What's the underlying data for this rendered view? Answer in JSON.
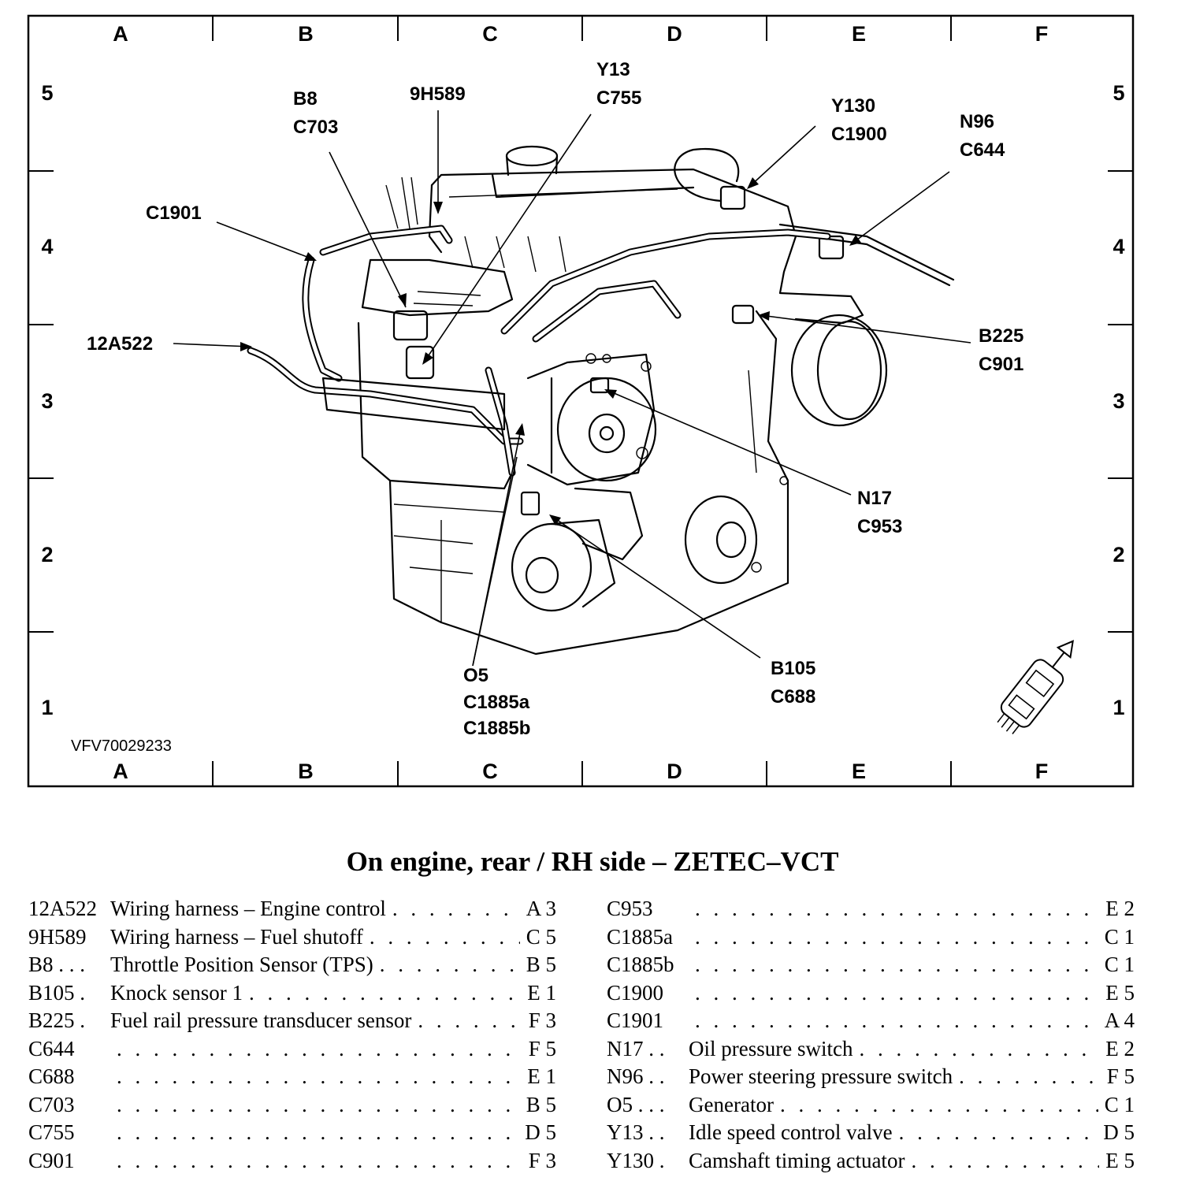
{
  "diagram": {
    "columns": [
      "A",
      "B",
      "C",
      "D",
      "E",
      "F"
    ],
    "rows": [
      "5",
      "4",
      "3",
      "2",
      "1"
    ],
    "reference": "VFV70029233",
    "callouts": {
      "b8": [
        "B8",
        "C703"
      ],
      "h589": [
        "9H589"
      ],
      "y13": [
        "Y13",
        "C755"
      ],
      "y130": [
        "Y130",
        "C1900"
      ],
      "n96": [
        "N96",
        "C644"
      ],
      "c1901": [
        "C1901"
      ],
      "a522": [
        "12A522"
      ],
      "b225": [
        "B225",
        "C901"
      ],
      "n17": [
        "N17",
        "C953"
      ],
      "b105": [
        "B105",
        "C688"
      ],
      "o5": [
        "O5",
        "C1885a",
        "C1885b"
      ]
    }
  },
  "legend": {
    "title": "On engine, rear / RH side – ZETEC–VCT",
    "left": [
      {
        "code": "12A522",
        "desc": "Wiring harness – Engine control",
        "loc": "A 3"
      },
      {
        "code": "9H589",
        "desc": "Wiring harness – Fuel shutoff",
        "loc": "C 5"
      },
      {
        "code": "B8 . . .",
        "desc": "Throttle Position Sensor (TPS)",
        "loc": "B 5"
      },
      {
        "code": "B105 .",
        "desc": "Knock sensor 1",
        "loc": "E 1"
      },
      {
        "code": "B225 .",
        "desc": "Fuel rail pressure transducer sensor",
        "loc": "F 3"
      },
      {
        "code": "C644",
        "desc": "",
        "loc": "F 5"
      },
      {
        "code": "C688",
        "desc": "",
        "loc": "E 1"
      },
      {
        "code": "C703",
        "desc": "",
        "loc": "B 5"
      },
      {
        "code": "C755",
        "desc": "",
        "loc": "D 5"
      },
      {
        "code": "C901",
        "desc": "",
        "loc": "F 3"
      }
    ],
    "right": [
      {
        "code": "C953",
        "desc": "",
        "loc": "E 2"
      },
      {
        "code": "C1885a",
        "desc": "",
        "loc": "C 1"
      },
      {
        "code": "C1885b",
        "desc": "",
        "loc": "C 1"
      },
      {
        "code": "C1900",
        "desc": "",
        "loc": "E 5"
      },
      {
        "code": "C1901",
        "desc": "",
        "loc": "A 4"
      },
      {
        "code": "N17 . .",
        "desc": "Oil pressure switch",
        "loc": "E 2"
      },
      {
        "code": "N96 . .",
        "desc": "Power steering pressure switch",
        "loc": "F 5"
      },
      {
        "code": "O5 . . .",
        "desc": "Generator",
        "loc": "C 1"
      },
      {
        "code": "Y13 . .",
        "desc": "Idle speed control valve",
        "loc": "D 5"
      },
      {
        "code": "Y130 .",
        "desc": "Camshaft timing actuator",
        "loc": "E 5"
      }
    ]
  }
}
